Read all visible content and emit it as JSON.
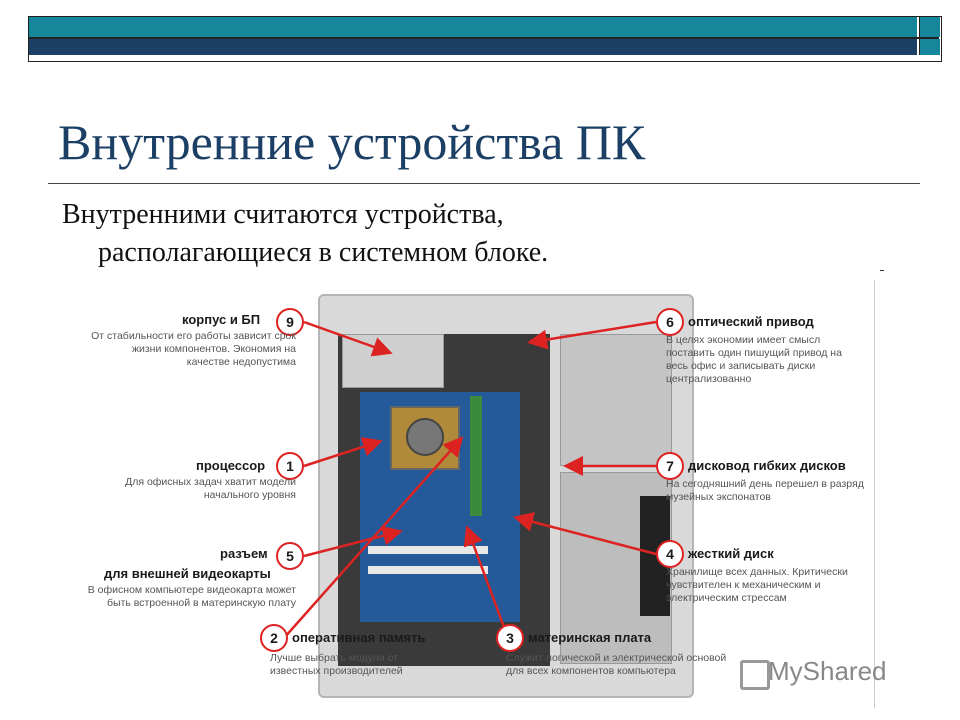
{
  "slide": {
    "title": "Внутренние устройства ПК",
    "body_line1": "Внутренними считаются устройства,",
    "body_line2": "располагающиеся в системном блоке."
  },
  "diagram": {
    "callouts": [
      {
        "num": "9",
        "label": "корпус и БП",
        "desc": "От стабильности его работы зависит срок жизни компонентов. Экономия на качестве недопустима"
      },
      {
        "num": "1",
        "label": "процессор",
        "desc": "Для офисных задач хватит модели начального уровня"
      },
      {
        "num": "5",
        "label": "разъем для внешней видеокарты",
        "label_line1": "разъем",
        "label_line2": "для внешней видеокарты",
        "desc": "В офисном компьютере видеокарта может быть встроенной в материнскую плату"
      },
      {
        "num": "2",
        "label": "оперативная память",
        "desc": "Лучше выбрать модули от известных производителей"
      },
      {
        "num": "3",
        "label": "материнская плата",
        "desc": "Служит логической и электрической основой для всех компонентов компьютера"
      },
      {
        "num": "4",
        "label": "жесткий диск",
        "desc": "Хранилище всех данных. Критически чувствителен к механическим и электрическим стрессам"
      },
      {
        "num": "7",
        "label": "дисковод гибких дисков",
        "desc": "На сегодняшний день перешел в разряд музейных экспонатов"
      },
      {
        "num": "6",
        "label": "оптический привод",
        "desc": "В целях экономии имеет смысл поставить один пишущий привод на весь офис и записывать диски централизованно"
      }
    ],
    "watermark": "MyShared"
  },
  "colors": {
    "accent_teal": "#16879a",
    "title_blue": "#1c3f66",
    "arrow_red": "#dd2222"
  }
}
